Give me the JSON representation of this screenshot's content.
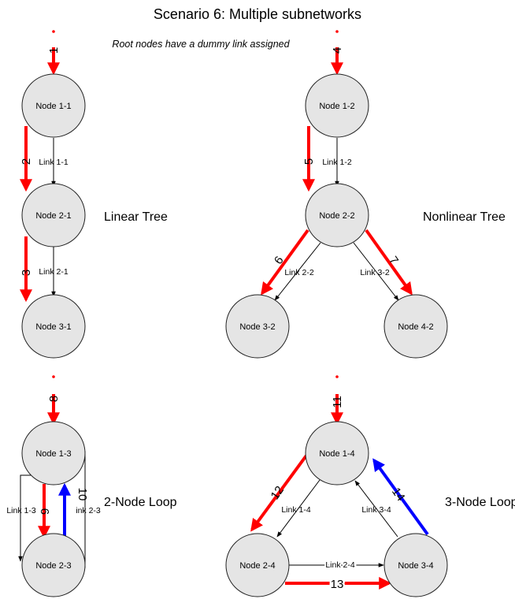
{
  "title": "Scenario 6: Multiple subnetworks",
  "note": "Root nodes have a dummy link assigned",
  "colors": {
    "red": "#ff0000",
    "blue": "#0000ff",
    "node_fill": "#e5e5e5",
    "black": "#000000"
  },
  "sections": {
    "linear": "Linear Tree",
    "nonlinear": "Nonlinear Tree",
    "loop2": "2-Node Loop",
    "loop3": "3-Node Loop"
  },
  "nodes": {
    "n11": "Node 1-1",
    "n21": "Node 2-1",
    "n31": "Node 3-1",
    "n12": "Node 1-2",
    "n22": "Node 2-2",
    "n32": "Node 3-2",
    "n42": "Node 4-2",
    "n13": "Node 1-3",
    "n23": "Node 2-3",
    "n14": "Node 1-4",
    "n24": "Node 2-4",
    "n34": "Node 3-4"
  },
  "links": {
    "l11": "Link 1-1",
    "l21": "Link 2-1",
    "l12": "Link 1-2",
    "l22": "Link 2-2",
    "l32": "Link 3-2",
    "l13": "Link 1-3",
    "l23": "ink 2-3",
    "l14": "Link 1-4",
    "l24": "Link 2-4",
    "l34": "Link 3-4"
  },
  "steps": {
    "s1": "1",
    "s2": "2",
    "s3": "3",
    "s4": "4",
    "s5": "5",
    "s6": "6",
    "s7": "7",
    "s8": "8",
    "s9": "9",
    "s10": "10",
    "s11": "11",
    "s12": "12",
    "s13": "13",
    "s14": "14"
  }
}
